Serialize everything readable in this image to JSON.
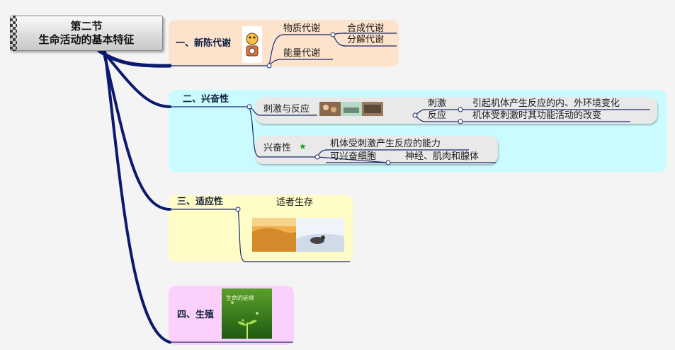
{
  "root": {
    "line1": "第二节",
    "line2": "生命活动的基本特征"
  },
  "branch1": {
    "label": "一、新陈代谢",
    "sub": [
      {
        "label": "物质代谢",
        "children": [
          "合成代谢",
          "分解代谢"
        ]
      },
      {
        "label": "能量代谢"
      }
    ]
  },
  "branch2": {
    "label": "二、兴奋性",
    "stimulus": {
      "label": "刺激与反应",
      "items": [
        {
          "term": "刺激",
          "def": "引起机体产生反应的内、外环境变化"
        },
        {
          "term": "反应",
          "def": "机体受刺激时其功能活动的改变"
        }
      ]
    },
    "excitability": {
      "label": "兴奋性",
      "def": "机体受刺激产生反应的能力",
      "cells": "可兴奋细胞",
      "cells_list": "神经、肌肉和腺体"
    }
  },
  "branch3": {
    "label": "三、适应性",
    "caption": "适者生存"
  },
  "branch4": {
    "label": "四、生殖",
    "image_text": "生命的延续"
  },
  "colors": {
    "link": "#0b1a6e",
    "region1": "#fde2cc",
    "region2": "#c9fbff",
    "region3": "#fffcc7",
    "region4": "#fcd0fc"
  }
}
